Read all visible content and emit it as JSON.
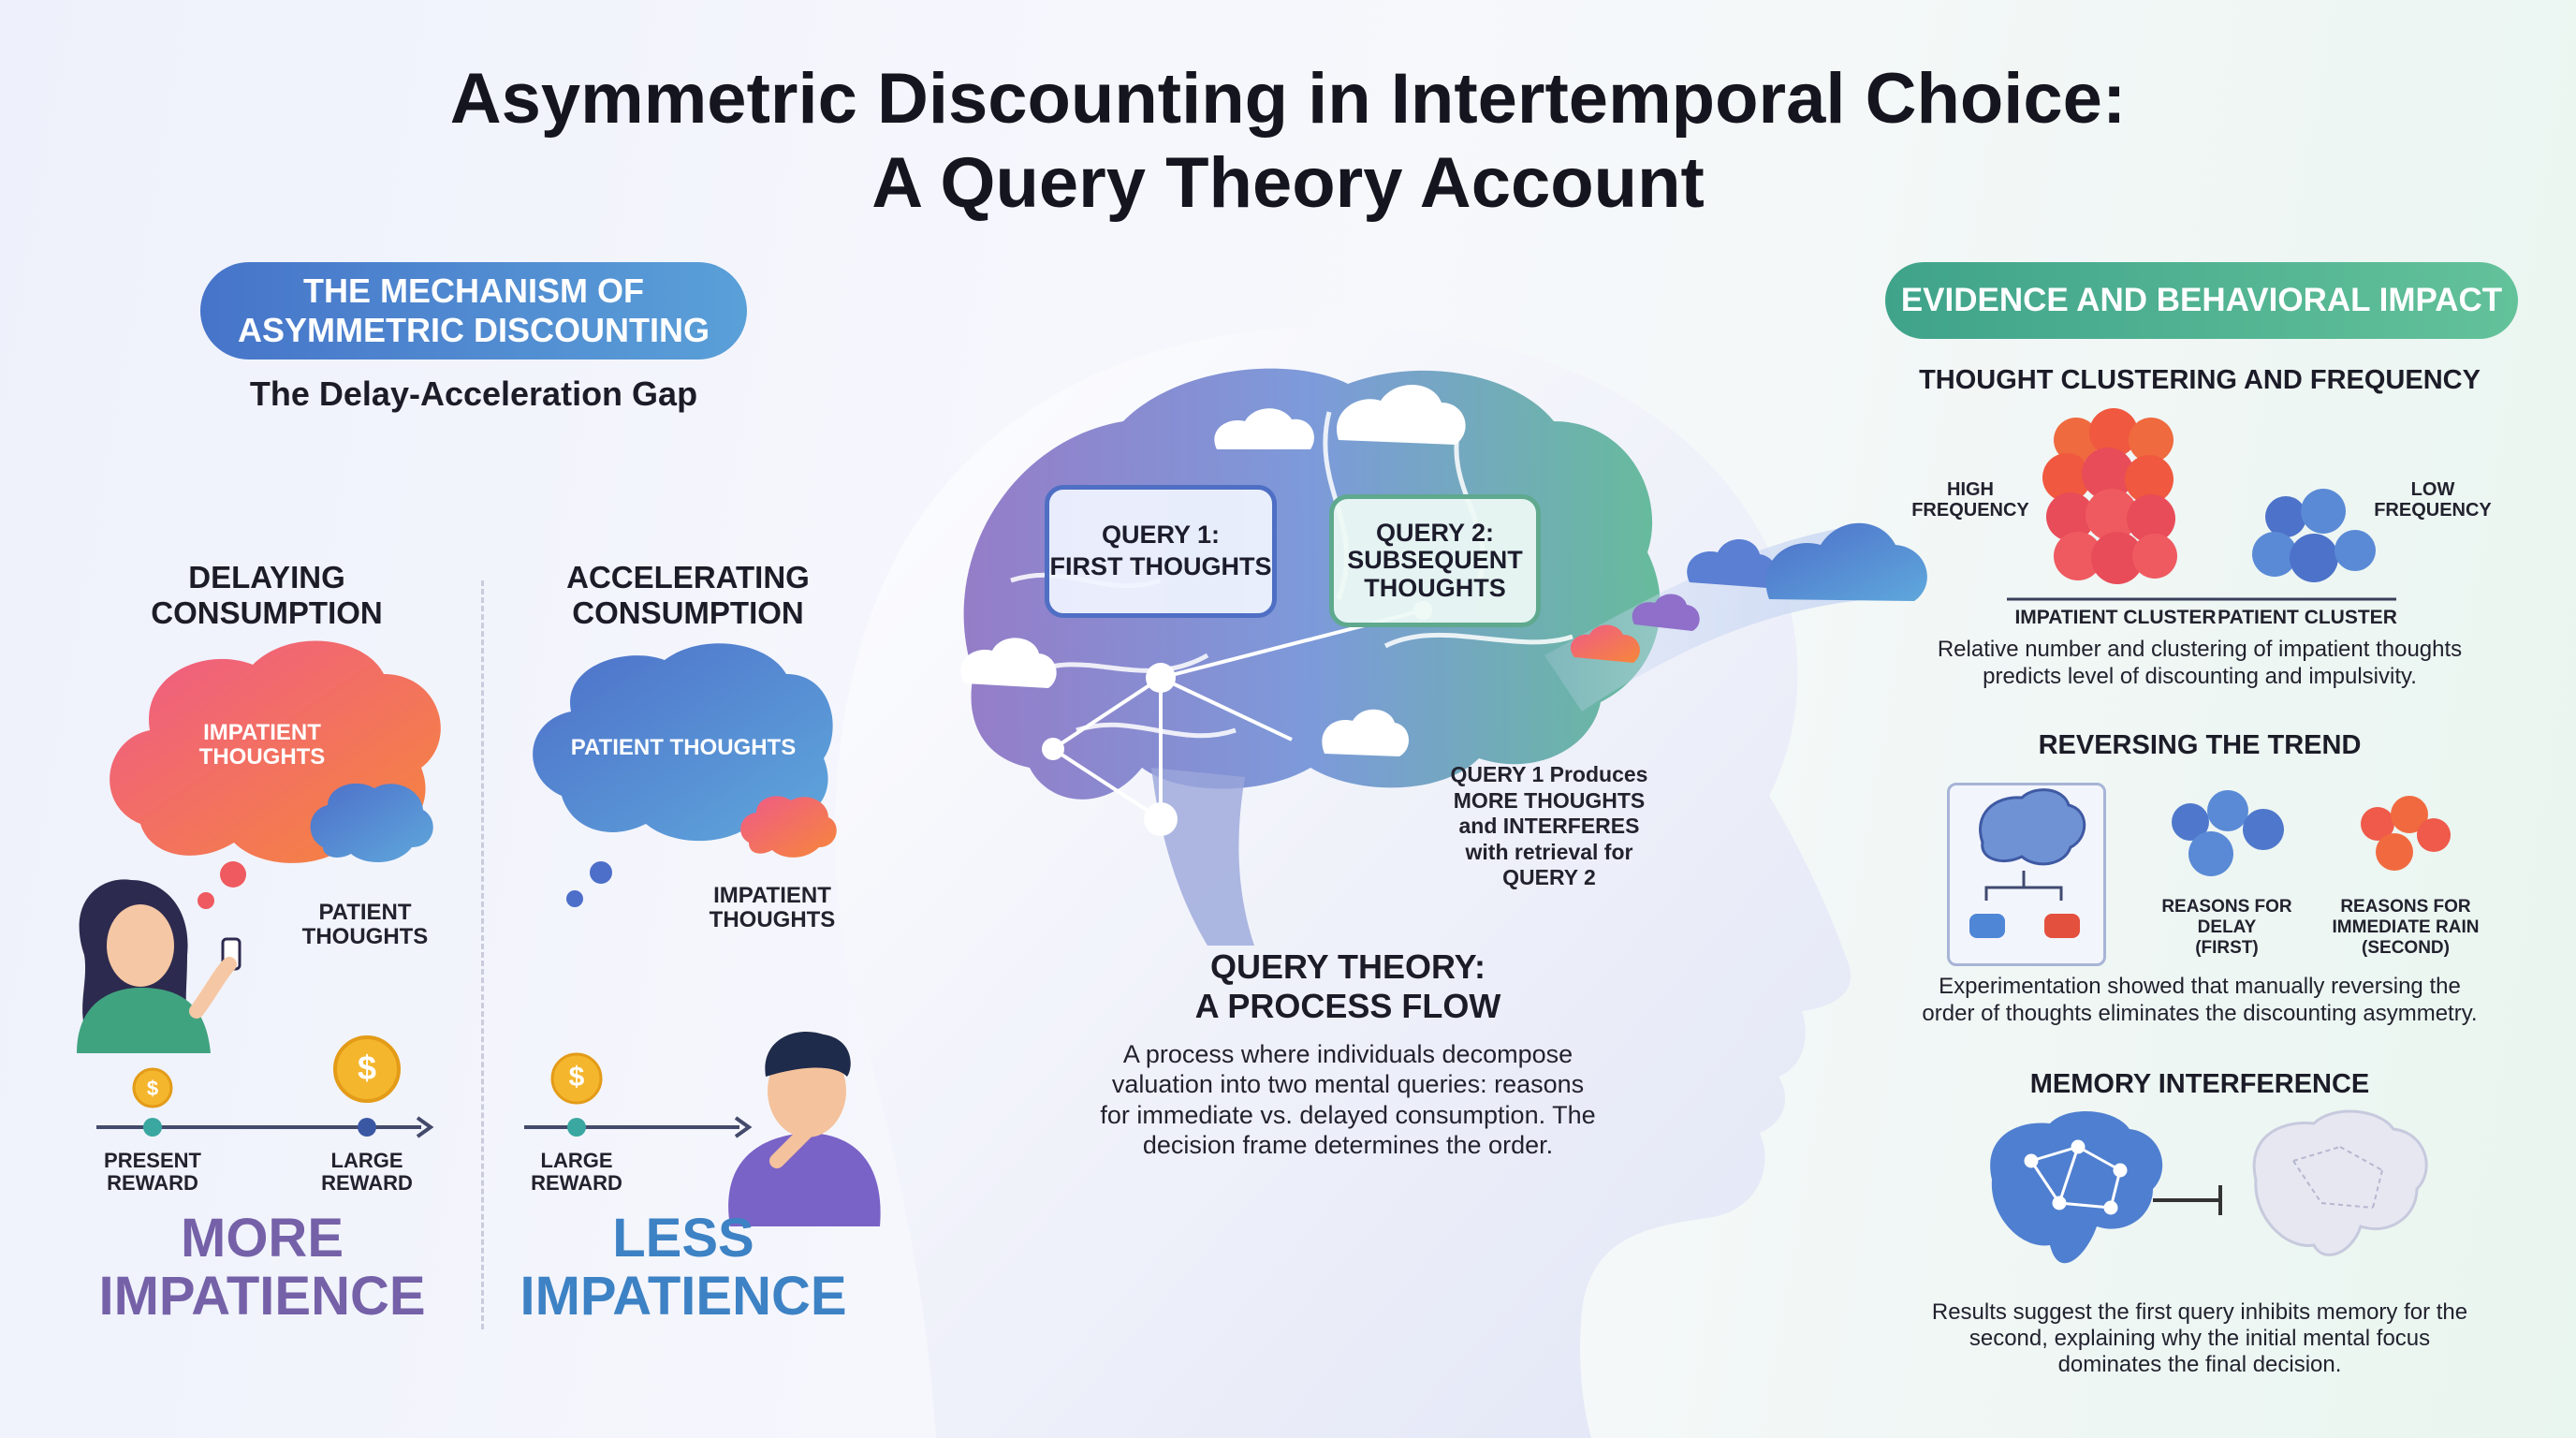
{
  "title": {
    "line1": "Asymmetric Discounting in Intertemporal Choice:",
    "line2": "A Query Theory Account"
  },
  "left": {
    "header_line1": "THE MECHANISM OF",
    "header_line2": "ASYMMETRIC DISCOUNTING",
    "subtitle": "The Delay-Acceleration Gap",
    "delaying": {
      "heading_line1": "DELAYING",
      "heading_line2": "CONSUMPTION",
      "big_bubble_line1": "IMPATIENT",
      "big_bubble_line2": "THOUGHTS",
      "small_label_line1": "PATIENT",
      "small_label_line2": "THOUGHTS",
      "timeline_left_line1": "PRESENT",
      "timeline_left_line2": "REWARD",
      "timeline_right_line1": "LARGE",
      "timeline_right_line2": "REWARD",
      "outcome_line1": "MORE",
      "outcome_line2": "IMPATIENCE",
      "coin_symbol": "$"
    },
    "accelerating": {
      "heading_line1": "ACCELERATING",
      "heading_line2": "CONSUMPTION",
      "big_bubble": "PATIENT THOUGHTS",
      "small_label_line1": "IMPATIENT",
      "small_label_line2": "THOUGHTS",
      "timeline_left_line1": "LARGE",
      "timeline_left_line2": "REWARD",
      "outcome_line1": "LESS",
      "outcome_line2": "IMPATIENCE",
      "coin_symbol": "$"
    }
  },
  "center": {
    "query1_line1": "QUERY 1:",
    "query1_line2": "FIRST THOUGHTS",
    "query2_line1": "QUERY 2:",
    "query2_line2": "SUBSEQUENT",
    "query2_line3": "THOUGHTS",
    "note_line1": "QUERY 1 Produces",
    "note_line2": "MORE THOUGHTS",
    "note_line3": "and INTERFERES",
    "note_line4": "with retrieval for",
    "note_line5": "QUERY 2",
    "flow_heading_line1": "QUERY THEORY:",
    "flow_heading_line2": "A PROCESS FLOW",
    "flow_text_line1": "A process where individuals decompose",
    "flow_text_line2": "valuation into two mental queries: reasons",
    "flow_text_line3": "for immediate vs. delayed consumption. The",
    "flow_text_line4": "decision frame determines the order."
  },
  "right": {
    "header": "EVIDENCE AND BEHAVIORAL IMPACT",
    "clustering": {
      "heading": "THOUGHT CLUSTERING AND FREQUENCY",
      "high_line1": "HIGH",
      "high_line2": "FREQUENCY",
      "low_line1": "LOW",
      "low_line2": "FREQUENCY",
      "impatient_cluster": "IMPATIENT CLUSTER",
      "patient_cluster": "PATIENT CLUSTER",
      "text_line1": "Relative number and clustering of impatient thoughts",
      "text_line2": "predicts level of discounting and impulsivity."
    },
    "reversing": {
      "heading": "REVERSING THE TREND",
      "delay_line1": "REASONS FOR",
      "delay_line2": "DELAY",
      "delay_line3": "(FIRST)",
      "immediate_line1": "REASONS FOR",
      "immediate_line2": "IMMEDIATE RAIN",
      "immediate_line3": "(SECOND)",
      "text_line1": "Experimentation showed that manually reversing the",
      "text_line2": "order of thoughts eliminates the discounting asymmetry."
    },
    "memory": {
      "heading": "MEMORY INTERFERENCE",
      "text_line1": "Results suggest the first query inhibits memory for the",
      "text_line2": "second, explaining why the initial mental focus",
      "text_line3": "dominates the final decision."
    }
  },
  "colors": {
    "blue_pill": "#4f7fd0",
    "green_pill": "#4fb08a",
    "warm_bubble": "#f0664f",
    "cool_bubble": "#4f79c9",
    "more_impatience": "#7561a8",
    "less_impatience": "#3d82c4"
  }
}
